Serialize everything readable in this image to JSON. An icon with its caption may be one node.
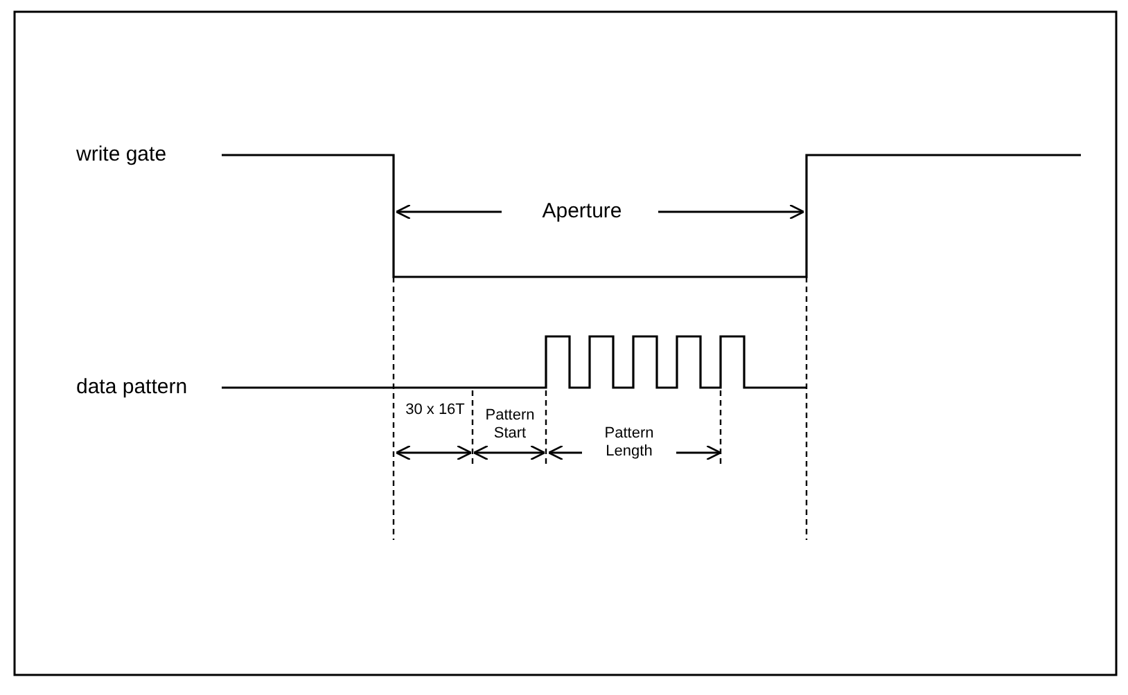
{
  "diagram": {
    "labels": [
      "write gate",
      "Aperture",
      "data pattern",
      "30 x 16T",
      "Pattern Start",
      "Pattern Length"
    ]
  }
}
